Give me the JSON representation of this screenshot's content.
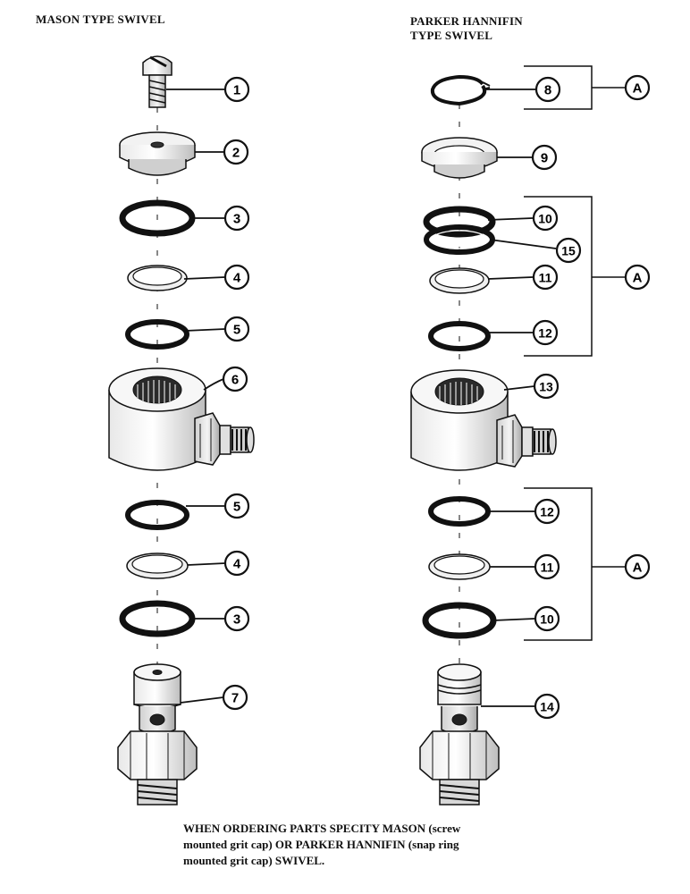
{
  "titles": {
    "left": "MASON TYPE SWIVEL",
    "right_line1": "PARKER HANNIFIN",
    "right_line2": "TYPE SWIVEL"
  },
  "callouts_left": [
    "1",
    "2",
    "3",
    "4",
    "5",
    "6",
    "5",
    "4",
    "3",
    "7"
  ],
  "callouts_right": [
    "8",
    "9",
    "10",
    "15",
    "11",
    "12",
    "13",
    "12",
    "11",
    "10",
    "14"
  ],
  "group_callouts": [
    "A",
    "A",
    "A"
  ],
  "footer": {
    "line1": "WHEN ORDERING PARTS SPECITY MASON (screw",
    "line2": "mounted grit cap) OR PARKER HANNIFIN (snap ring",
    "line3": "mounted grit cap) SWIVEL."
  }
}
